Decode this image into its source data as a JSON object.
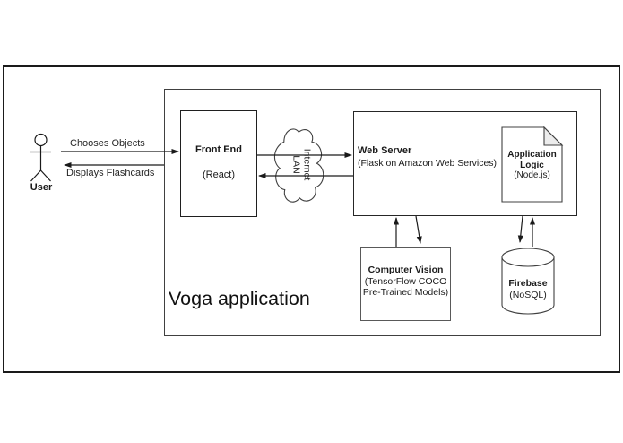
{
  "diagram": {
    "title": "Voga application",
    "actor": {
      "label": "User"
    },
    "flows": {
      "chooses": "Chooses Objects",
      "displays": "Displays Flashcards"
    },
    "nodes": {
      "front_end": {
        "title": "Front End",
        "subtitle": "(React)"
      },
      "network": {
        "line1": "Internet",
        "line2": "LAN"
      },
      "web_server": {
        "title": "Web Server",
        "subtitle": "(Flask on Amazon Web Services)"
      },
      "app_logic": {
        "line1": "Application",
        "line2": "Logic",
        "subtitle": "(Node.js)"
      },
      "computer_vision": {
        "title": "Computer Vision",
        "sub1": "(TensorFlow COCO",
        "sub2": "Pre-Trained Models)"
      },
      "firebase": {
        "title": "Firebase",
        "subtitle": "(NoSQL)"
      }
    },
    "colors": {
      "line": "#1a1a1a",
      "shape_stroke": "#404040",
      "fold_fill": "#ececec",
      "background": "#ffffff"
    }
  }
}
